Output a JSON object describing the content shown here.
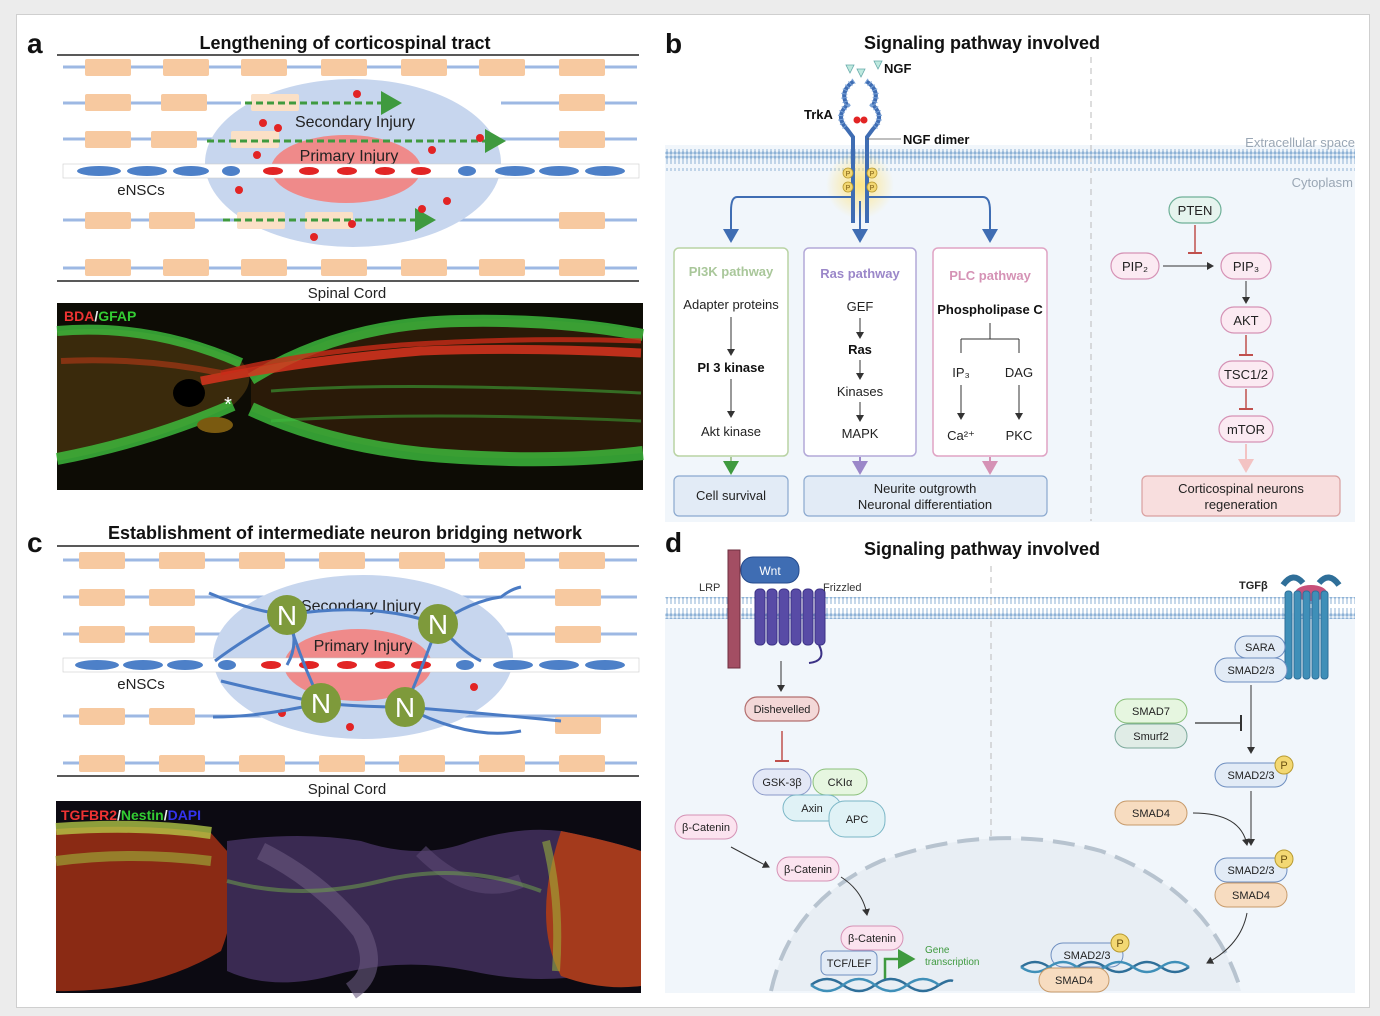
{
  "panel_a": {
    "letter": "a",
    "title": "Lengthening of corticospinal tract",
    "secondary_injury": "Secondary Injury",
    "primary_injury": "Primary Injury",
    "ensc_label": "eNSCs",
    "bottom_label": "Spinal Cord",
    "micro_stain_red": "BDA",
    "micro_sep": "/",
    "micro_stain_green": "GFAP",
    "asterisk": "*"
  },
  "panel_b": {
    "letter": "b",
    "title": "Signaling pathway involved",
    "ngf": "NGF",
    "trka": "TrkA",
    "ngf_dimer": "NGF dimer",
    "extracellular": "Extracellular space",
    "cytoplasm": "Cytoplasm",
    "p": "P",
    "pi3k": {
      "title": "PI3K pathway",
      "items": [
        "Adapter proteins",
        "PI 3 kinase",
        "Akt kinase"
      ]
    },
    "ras": {
      "title": "Ras pathway",
      "items": [
        "GEF",
        "Ras",
        "Kinases",
        "MAPK"
      ]
    },
    "plc": {
      "title": "PLC pathway",
      "head": "Phospholipase C",
      "ip3": "IP₃",
      "dag": "DAG",
      "ca": "Ca²⁺",
      "pkc": "PKC"
    },
    "out_survival": "Cell survival",
    "out_neurite_1": "Neurite outgrowth",
    "out_neurite_2": "Neuronal differentiation",
    "pten": "PTEN",
    "pip2": "PIP₂",
    "pip3": "PIP₃",
    "akt": "AKT",
    "tsc": "TSC1/2",
    "mtor": "mTOR",
    "regen_1": "Corticospinal neurons",
    "regen_2": "regeneration"
  },
  "panel_c": {
    "letter": "c",
    "title": "Establishment of intermediate neuron bridging network",
    "secondary_injury": "Secondary Injury",
    "primary_injury": "Primary Injury",
    "ensc_label": "eNSCs",
    "neuron": "N",
    "bottom_label": "Spinal Cord",
    "micro_stain_1": "TGFBR2",
    "micro_stain_2": "Nestin",
    "micro_stain_3": "DAPI",
    "micro_sep": "/"
  },
  "panel_d": {
    "letter": "d",
    "title": "Signaling pathway involved",
    "lrp": "LRP",
    "wnt": "Wnt",
    "frizzled": "Frizzled",
    "tgfb": "TGFβ",
    "sara": "SARA",
    "smad23": "SMAD2/3",
    "smad7": "SMAD7",
    "smurf2": "Smurf2",
    "smad4": "SMAD4",
    "dishevelled": "Dishevelled",
    "gsk": "GSK-3β",
    "ckia": "CKIα",
    "axin": "Axin",
    "apc": "APC",
    "bcat": "β-Catenin",
    "tcf": "TCF/LEF",
    "gene_1": "Gene",
    "gene_2": "transcription",
    "p": "P"
  },
  "colors": {
    "fiber": "#9db8e3",
    "myelin": "#f7c9a0",
    "injury_outer": "#c7d6ee",
    "injury_core": "#ef8a8a",
    "dot": "#e22424",
    "ensc": "#4d80c8",
    "arrow": "#3f9a3f",
    "neuron": "#7e9a3b",
    "membrane": "#8eb2d6",
    "pathway_blue": "#3f6db3"
  }
}
